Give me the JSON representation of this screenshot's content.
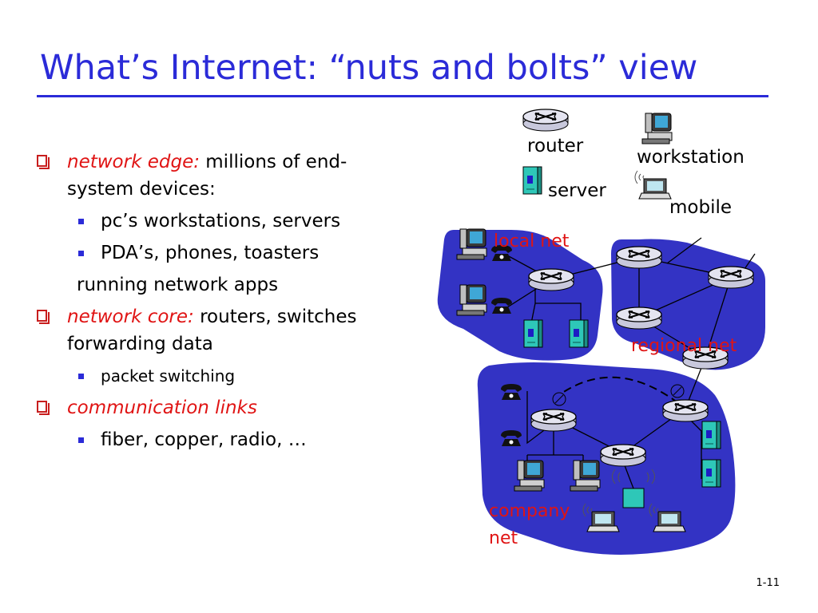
{
  "title": "What’s Internet: “nuts and bolts” view",
  "bullets": {
    "edge_term": "network edge:",
    "edge_text": " millions of end-system devices:",
    "edge_sub1": "pc’s workstations, servers",
    "edge_sub2": "PDA’s, phones, toasters",
    "edge_running": "running network apps",
    "core_term": "network core:",
    "core_text": " routers, switches forwarding data",
    "core_sub1": "packet switching",
    "links_term": "communication links",
    "links_sub1": "fiber, copper, radio, …"
  },
  "legend": {
    "router": "router",
    "workstation": "workstation",
    "server": "server",
    "mobile": "mobile"
  },
  "networks": {
    "local": "local net",
    "regional": "regional net",
    "company_line1": "company",
    "company_line2": "net"
  },
  "page_number": "1-11",
  "colors": {
    "title": "#2b2bd8",
    "network_fill": "#3333c4",
    "accent_red": "#e01414",
    "server_teal": "#2ec7b8"
  },
  "icons": [
    "router-icon",
    "workstation-icon",
    "server-icon",
    "mobile-icon",
    "phone-icon"
  ]
}
